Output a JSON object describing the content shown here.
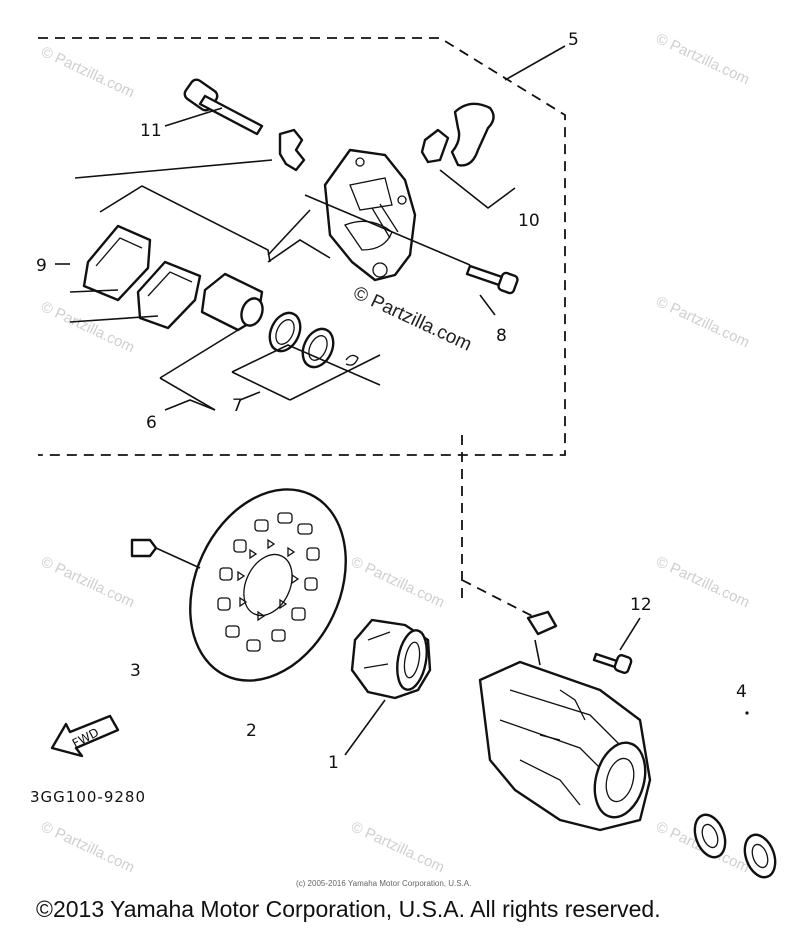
{
  "watermark": {
    "text": "© Partzilla.com",
    "center_text": "© Partzilla.com"
  },
  "callouts": {
    "c1": "1",
    "c2": "2",
    "c3": "3",
    "c4": "4",
    "c5": "5",
    "c6": "6",
    "c7": "7",
    "c8": "8",
    "c9": "9",
    "c10": "10",
    "c11": "11",
    "c12": "12"
  },
  "direction_arrow_label": "FWD",
  "diagram_code": "3GG100-9280",
  "fine_print": "(c) 2005-2016 Yamaha Motor Corporation, U.S.A.",
  "footer": "©2013 Yamaha Motor Corporation, U.S.A. All rights reserved."
}
